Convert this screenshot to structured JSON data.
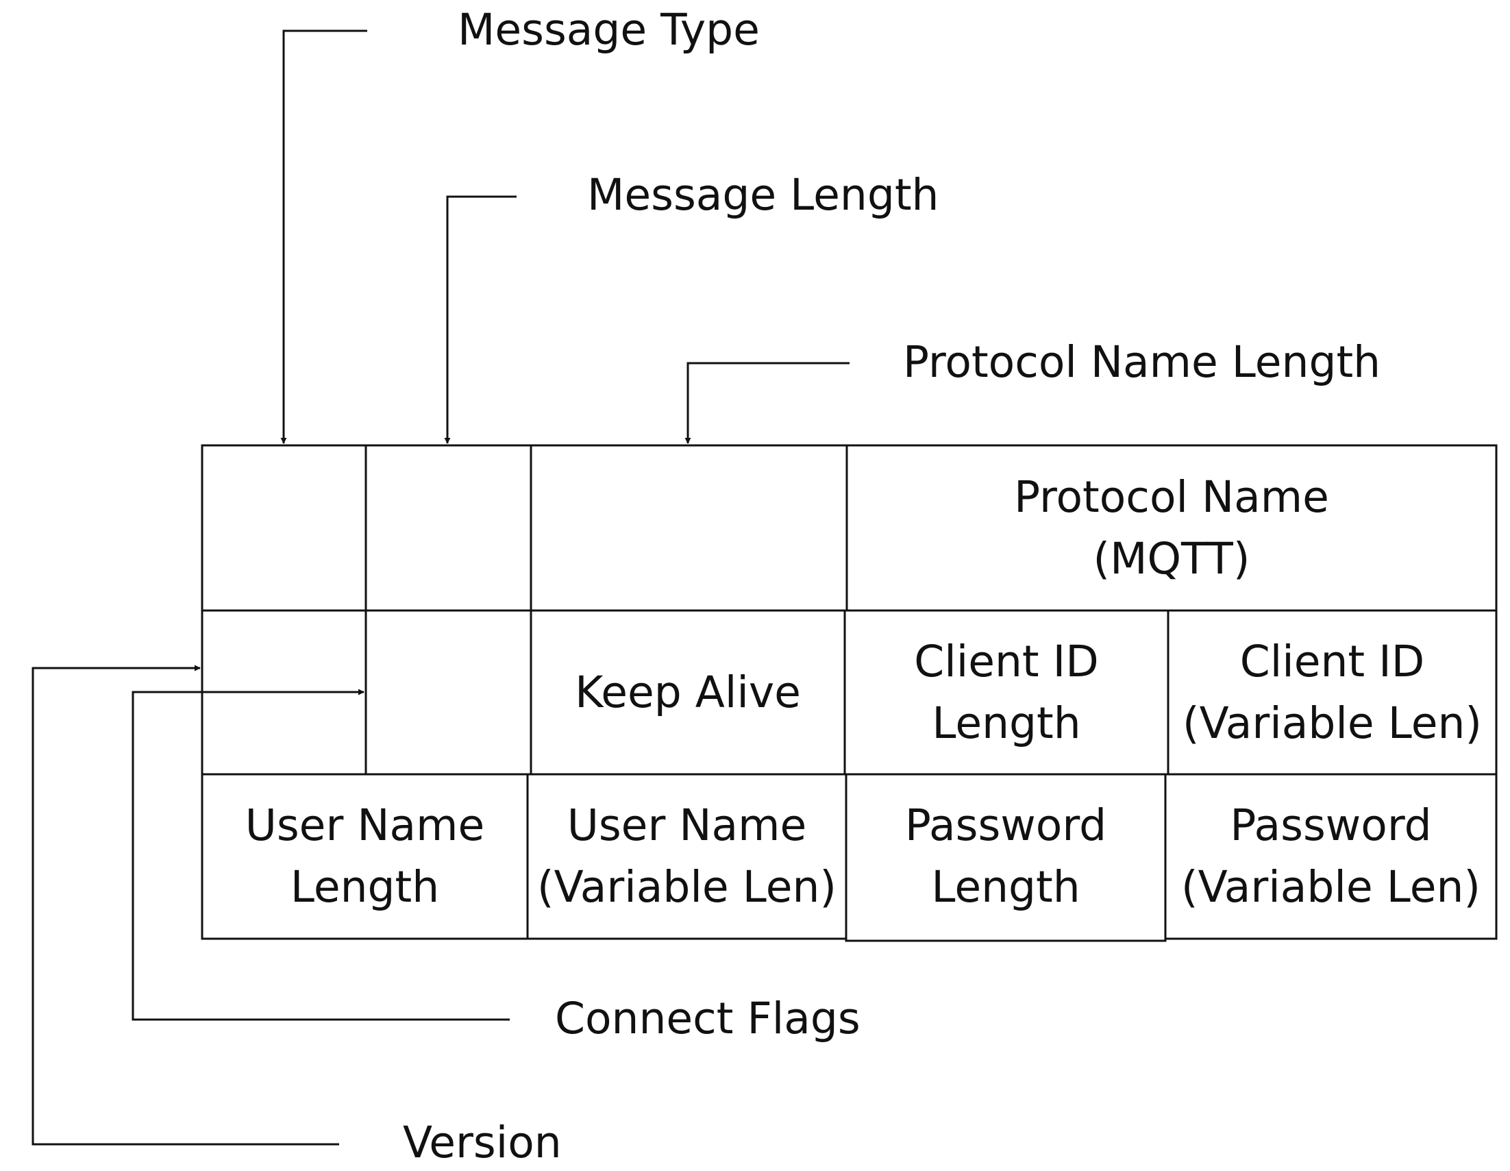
{
  "labels": {
    "message_type": "Message Type",
    "message_length": "Message Length",
    "protocol_name_length": "Protocol Name Length",
    "connect_flags": "Connect Flags",
    "version": "Version"
  },
  "cells": {
    "protocol_name": [
      "Protocol Name",
      "(MQTT)"
    ],
    "keep_alive": [
      "Keep Alive"
    ],
    "client_id_length": [
      "Client ID",
      "Length"
    ],
    "client_id": [
      "Client ID",
      "(Variable Len)"
    ],
    "user_name_length": [
      "User Name",
      "Length"
    ],
    "user_name": [
      "User Name",
      "(Variable Len)"
    ],
    "password_length": [
      "Password",
      "Length"
    ],
    "password": [
      "Password",
      "(Variable Len)"
    ]
  },
  "colors": {
    "line": "#111111",
    "text": "#111111",
    "background": "#ffffff"
  }
}
